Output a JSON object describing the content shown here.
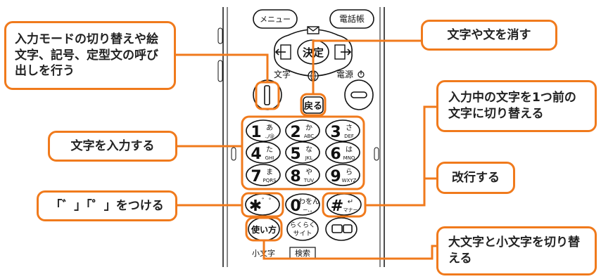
{
  "phone": {
    "menu_key": "メニュー",
    "phonebook_key": "電話帳",
    "decide_key": "決定",
    "mail_icon": "mail-icon",
    "back_key": "戻る",
    "moji_label": "文字",
    "power_label": "電源",
    "globe_icon": "globe-icon",
    "call_end_icon": "call-end-icon",
    "help_key": "使い方",
    "raku_key": "らくらくサイト",
    "camera_icon": "camera-icon",
    "small_moji_label": "小文字",
    "search_label": "検索",
    "keys": [
      {
        "d": "1",
        "s": "あ",
        "t": ".,/@"
      },
      {
        "d": "2",
        "s": "か",
        "t": "ABC"
      },
      {
        "d": "3",
        "s": "さ",
        "t": "DEF"
      },
      {
        "d": "4",
        "s": "た",
        "t": "GHI"
      },
      {
        "d": "5",
        "s": "な",
        "t": "JKL"
      },
      {
        "d": "6",
        "s": "は",
        "t": "MNO"
      },
      {
        "d": "7",
        "s": "ま",
        "t": "PQRS"
      },
      {
        "d": "8",
        "s": "や",
        "t": "TUV"
      },
      {
        "d": "9",
        "s": "ら",
        "t": "WXYZ"
      }
    ],
    "star_key": {
      "d": "✱",
      "s": "゛゜"
    },
    "zero_key": {
      "d": "0",
      "s": "わをん",
      "t": "ー、。"
    },
    "hash_key": {
      "d": "#",
      "s": "↵",
      "t": "マナー"
    }
  },
  "callouts": {
    "input_mode": "入力モードの切り替えや絵文字、記号、定型文の呼び出しを行う",
    "delete": "文字や文を消す",
    "previous_char": "入力中の文字を1つ前の文字に切り替える",
    "input_char": "文字を入力する",
    "newline": "改行する",
    "dakuten": "「゛」「゜」をつける",
    "case_toggle": "大文字と小文字を切り替える"
  },
  "colors": {
    "accent": "#F07A1C",
    "ink": "#111111"
  }
}
